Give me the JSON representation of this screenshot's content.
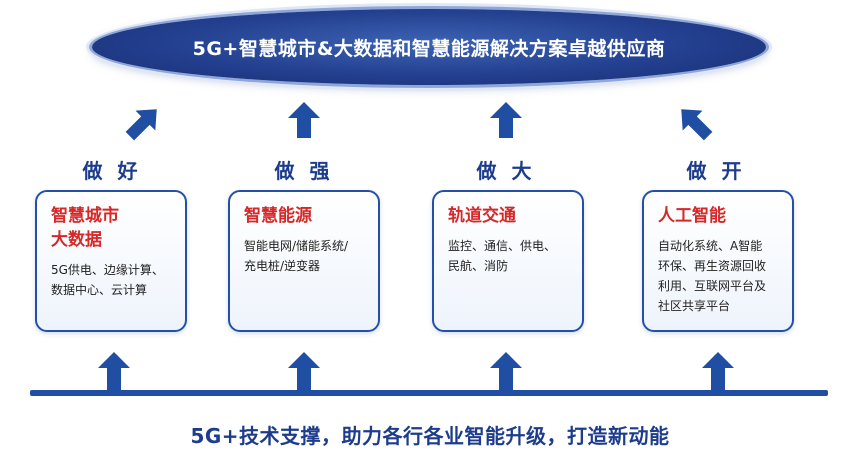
{
  "banner": {
    "title": "5G+智慧城市&大数据和智慧能源解决方案卓越供应商"
  },
  "columns": [
    {
      "label": "做 好",
      "title": "智慧城市\n大数据",
      "body": "5G供电、边缘计算、\n数据中心、云计算"
    },
    {
      "label": "做 强",
      "title": "智慧能源",
      "body": "智能电网/储能系统/\n充电桩/逆变器"
    },
    {
      "label": "做 大",
      "title": "轨道交通",
      "body": "监控、通信、供电、\n民航、消防"
    },
    {
      "label": "做 开",
      "title": "人工智能",
      "body": "自动化系统、A智能\n环保、再生资源回收\n利用、互联网平台及\n社区共享平台"
    }
  ],
  "footer": {
    "text": "5G+技术支撑，助力各行各业智能升级，打造新动能"
  },
  "colors": {
    "primary_blue": "#1f4ea3",
    "title_red": "#d62828",
    "banner_blue": "#233f8f"
  }
}
